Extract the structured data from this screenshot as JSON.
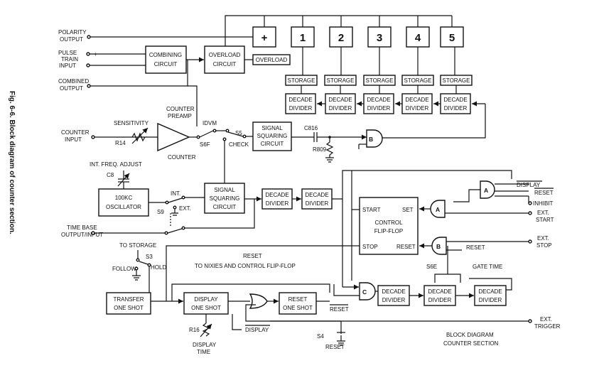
{
  "figure": {
    "caption_lines": [
      "Fig. 6-6. Block diagram of counter section."
    ]
  },
  "displays": [
    "+",
    "1",
    "2",
    "3",
    "4",
    "5"
  ],
  "storage_label": "STORAGE",
  "decade_divider_lines": [
    "DECADE",
    "DIVIDER"
  ],
  "blocks": {
    "combining": [
      "COMBINING",
      "CIRCUIT"
    ],
    "overload_circuit": [
      "OVERLOAD",
      "CIRCUIT"
    ],
    "overload_lamp": "OVERLOAD",
    "signal_squaring_top": [
      "SIGNAL",
      "SQUARING",
      "CIRCUIT"
    ],
    "signal_squaring_mid": [
      "SIGNAL",
      "SQUARING",
      "CIRCUIT"
    ],
    "oscillator": [
      "100KC",
      "OSCILLATOR"
    ],
    "control_ff": [
      "CONTROL",
      "FLIP-FLOP"
    ],
    "transfer": [
      "TRANSFER",
      "ONE SHOT"
    ],
    "display_os": [
      "DISPLAY",
      "ONE SHOT"
    ],
    "reset_os": [
      "RESET",
      "ONE SHOT"
    ]
  },
  "labels": {
    "polarity_output": [
      "POLARITY",
      "OUTPUT"
    ],
    "pulse_train_input": [
      "PULSE",
      "TRAIN",
      "INPUT"
    ],
    "combined_output": [
      "COMBINED",
      "OUTPUT"
    ],
    "plus": "+",
    "minus": "-",
    "sensitivity": "SENSITIVITY",
    "r14": "R14",
    "counter_input": [
      "COUNTER",
      "INPUT"
    ],
    "counter_preamp": [
      "COUNTER",
      "PREAMP"
    ],
    "counter": "COUNTER",
    "idvm": "IDVM",
    "s6f": "S6F",
    "s5": "S5",
    "check": "CHECK",
    "c816": "C816",
    "r809": "R809",
    "int_freq_adjust": "INT. FREQ. ADJUST",
    "c8": "C8",
    "int": "INT.",
    "ext": "EXT.",
    "s9": "S9",
    "time_base": [
      "TIME BASE",
      "OUTPUT/INPUT"
    ],
    "start": "START",
    "stop": "STOP",
    "set": "SET",
    "reset_ff": "RESET",
    "display_inhibit": "DISPLAY",
    "reset_in": "RESET",
    "inhibit": "INHIBIT",
    "ext_start": [
      "EXT.",
      "START"
    ],
    "ext_stop": [
      "EXT.",
      "STOP"
    ],
    "reset_b": "RESET",
    "to_storage": "TO STORAGE",
    "s3": "S3",
    "follow": "FOLLOW",
    "hold": "HOLD",
    "reset_title": "RESET",
    "to_nixies": "TO NIXIES AND CONTROL FLIP-FLOP",
    "s6e": "S6E",
    "gate_time": "GATE TIME",
    "reset_os_out": "RESET",
    "display_out": "DISPLAY",
    "r16": "R16",
    "display_time": [
      "DISPLAY",
      "TIME"
    ],
    "s4": "S4",
    "reset_s4": "RESET",
    "ext_trigger": [
      "EXT.",
      "TRIGGER"
    ],
    "block_title": [
      "BLOCK DIAGRAM",
      "COUNTER SECTION"
    ],
    "gate_a": "A",
    "gate_b": "B",
    "gate_c": "C"
  }
}
